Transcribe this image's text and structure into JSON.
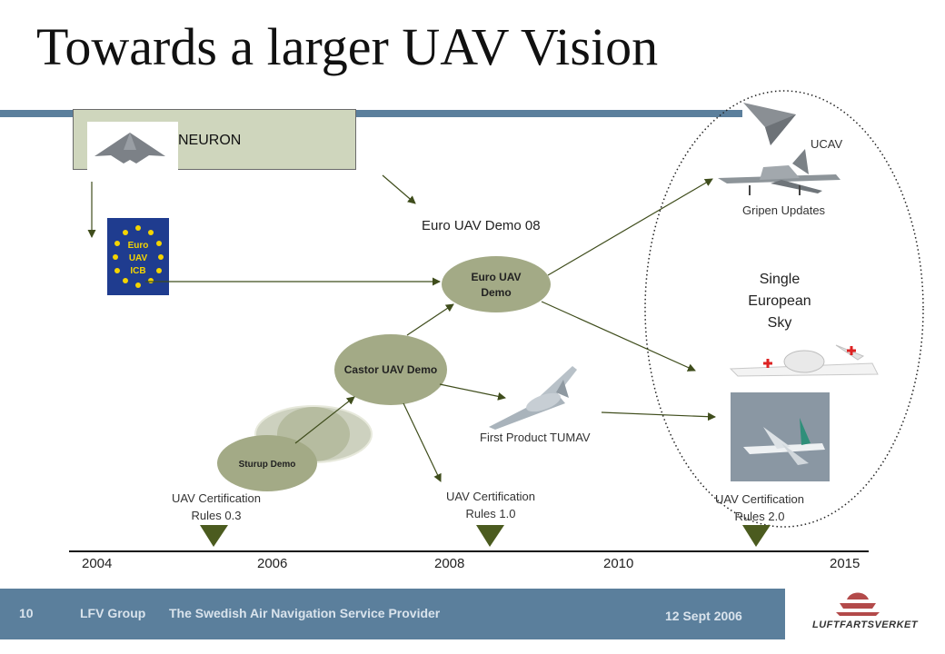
{
  "slide": {
    "title": "Towards a larger UAV Vision",
    "neuron_label": "NEURON",
    "euro_demo_label": "Euro UAV Demo 08",
    "icb_text": [
      "Euro",
      "UAV",
      "ICB"
    ],
    "nodes": {
      "euro_demo": [
        "Euro UAV",
        "Demo"
      ],
      "castor_demo": "Castor UAV Demo",
      "sturup_demo": "Sturup Demo"
    },
    "labels": {
      "first_product": "First Product TUMAV",
      "ucav": "UCAV",
      "gripen": "Gripen Updates",
      "single_sky": [
        "Single",
        "European",
        "Sky"
      ],
      "cert_03": [
        "UAV Certification",
        "Rules 0.3"
      ],
      "cert_10": [
        "UAV Certification",
        "Rules 1.0"
      ],
      "cert_20": [
        "UAV Certification",
        "Rules 2.0"
      ]
    },
    "timeline": [
      "2004",
      "2006",
      "2008",
      "2010",
      "2015"
    ]
  },
  "footer": {
    "page_number": "10",
    "org": "LFV Group",
    "tagline": "The Swedish Air Navigation Service Provider",
    "date": "12 Sept 2006",
    "logo_text": "LUFTFARTSVERKET"
  },
  "colors": {
    "accent": "#5b7f9c",
    "node_fill": "#a3aa86",
    "arrow": "#3f4d1c",
    "marker": "#4b5b1f",
    "icb_blue": "#1f3c8f",
    "star_yellow": "#f4d400"
  }
}
